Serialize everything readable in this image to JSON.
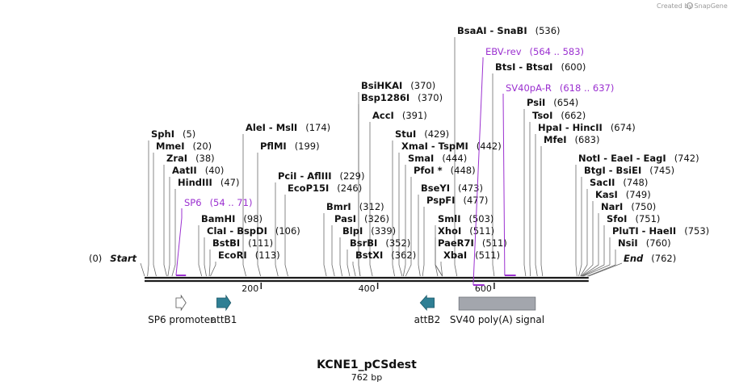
{
  "credit": "Created by SnapGene",
  "plasmid": {
    "name": "KCNE1_pCSdest",
    "length_label": "762 bp"
  },
  "ruler": {
    "ticks": [
      200,
      400,
      600
    ]
  },
  "ends": [
    {
      "name": "Start",
      "pos": 0
    },
    {
      "name": "End",
      "pos": 762
    }
  ],
  "sites": [
    {
      "label": "SphI",
      "pos": 5
    },
    {
      "label": "MmeI",
      "pos": 20
    },
    {
      "label": "ZraI",
      "pos": 38
    },
    {
      "label": "AatII",
      "pos": 40
    },
    {
      "label": "HindIII",
      "pos": 47
    },
    {
      "label": "BamHI",
      "pos": 98
    },
    {
      "label": "ClaI  -  BspDI",
      "pos": 106
    },
    {
      "label": "BstBI",
      "pos": 111
    },
    {
      "label": "EcoRI",
      "pos": 113
    },
    {
      "label": "AleI  -  MslI",
      "pos": 174
    },
    {
      "label": "PflMI",
      "pos": 199
    },
    {
      "label": "PciI  -  AflIII",
      "pos": 229
    },
    {
      "label": "EcoP15I",
      "pos": 246
    },
    {
      "label": "BmrI",
      "pos": 312
    },
    {
      "label": "PasI",
      "pos": 326
    },
    {
      "label": "BlpI",
      "pos": 339
    },
    {
      "label": "BsrBI",
      "pos": 352
    },
    {
      "label": "BstXI",
      "pos": 362
    },
    {
      "label": "BsiHKAI",
      "pos": 370
    },
    {
      "label": "Bsp1286I",
      "pos": 370
    },
    {
      "label": "AccI",
      "pos": 391
    },
    {
      "label": "StuI",
      "pos": 429
    },
    {
      "label": "XmaI  -  TspMI",
      "pos": 442
    },
    {
      "label": "SmaI",
      "pos": 444
    },
    {
      "label": "PfoI *",
      "pos": 448
    },
    {
      "label": "BseYI",
      "pos": 473
    },
    {
      "label": "PspFI",
      "pos": 477
    },
    {
      "label": "SmlI",
      "pos": 503
    },
    {
      "label": "XhoI",
      "pos": 511
    },
    {
      "label": "PaeR7I",
      "pos": 511
    },
    {
      "label": "XbaI",
      "pos": 511
    },
    {
      "label": "BsaAI  -  SnaBI",
      "pos": 536
    },
    {
      "label": "BtsI  -  BtsαI",
      "pos": 600
    },
    {
      "label": "PsiI",
      "pos": 654
    },
    {
      "label": "TsoI",
      "pos": 662
    },
    {
      "label": "HpaI  -  HincII",
      "pos": 674
    },
    {
      "label": "MfeI",
      "pos": 683
    },
    {
      "label": "NotI  -  EaeI  -  EagI",
      "pos": 742
    },
    {
      "label": "BtgI  -  BsiEI",
      "pos": 745
    },
    {
      "label": "SacII",
      "pos": 748
    },
    {
      "label": "KasI",
      "pos": 749
    },
    {
      "label": "NarI",
      "pos": 750
    },
    {
      "label": "SfoI",
      "pos": 751
    },
    {
      "label": "PluTI  -  HaeII",
      "pos": 753
    },
    {
      "label": "NsiI",
      "pos": 760
    }
  ],
  "primers": [
    {
      "name": "SP6",
      "range": "54 .. 71",
      "start": 54,
      "end": 71
    },
    {
      "name": "EBV-rev",
      "range": "564 .. 583",
      "start": 564,
      "end": 583
    },
    {
      "name": "SV40pA-R",
      "range": "618 .. 637",
      "start": 618,
      "end": 637
    }
  ],
  "features": [
    {
      "name": "SP6 promoter",
      "start": 54,
      "end": 71,
      "direction": "forward",
      "color": "#ffffff",
      "shape": "arrow"
    },
    {
      "name": "attB1",
      "start": 124,
      "end": 148,
      "direction": "forward",
      "color": "#2f7f94",
      "shape": "arrow"
    },
    {
      "name": "attB2",
      "start": 473,
      "end": 497,
      "direction": "reverse",
      "color": "#2f7f94",
      "shape": "arrow"
    },
    {
      "name": "SV40 poly(A) signal",
      "start": 538,
      "end": 672,
      "direction": "none",
      "color": "#a3a6ad",
      "shape": "box"
    }
  ],
  "colors": {
    "primer": "#9b30d0",
    "backbone": "#1a1a1a",
    "leader": "#6b6b6b"
  }
}
